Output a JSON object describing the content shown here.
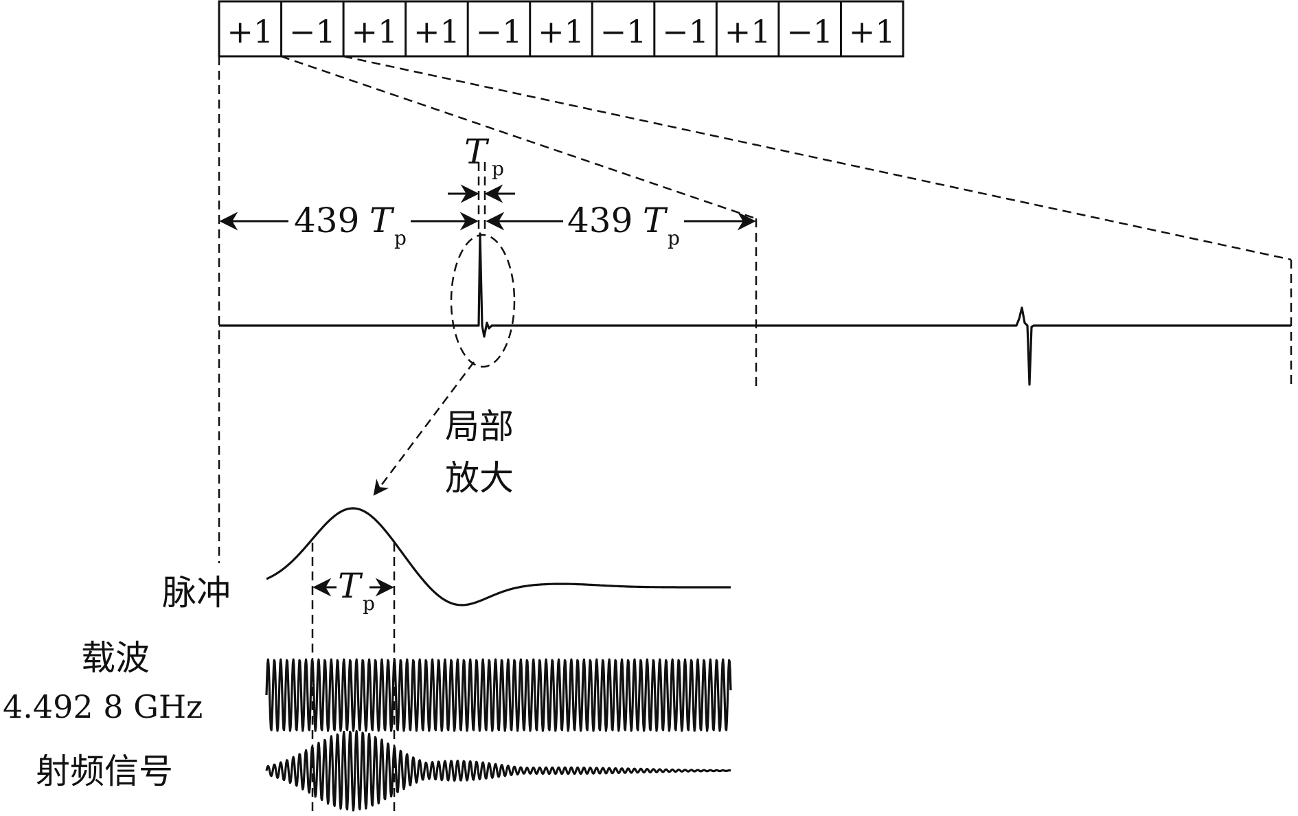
{
  "sequence": [
    "+1",
    "−1",
    "+1",
    "+1",
    "−1",
    "+1",
    "−1",
    "−1",
    "+1",
    "−1",
    "+1"
  ],
  "period_left": "439",
  "period_right": "439",
  "tp_symbol": "T",
  "tp_subscript": "p",
  "zoom_label_line1": "局部",
  "zoom_label_line2": "放大",
  "pulse_label": "脉冲",
  "carrier_label": "载波",
  "carrier_freq": "4.492 8 GHz",
  "rf_label": "射频信号"
}
